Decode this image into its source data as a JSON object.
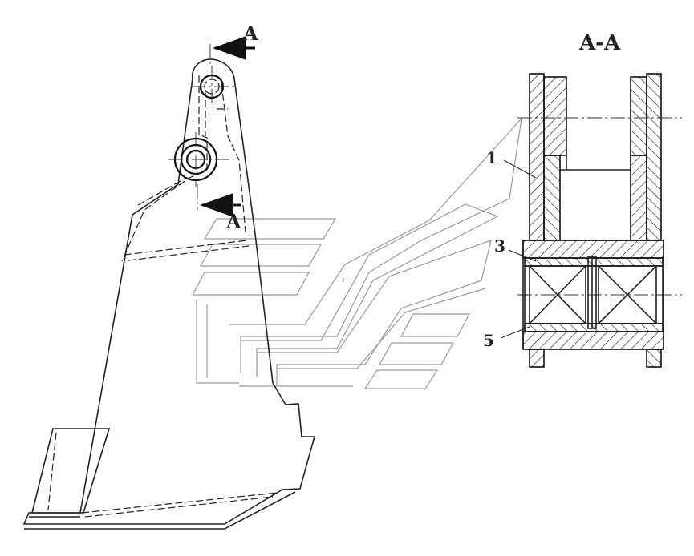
{
  "section_marks": {
    "top": "A",
    "bottom": "A"
  },
  "section_view": {
    "title": "A-A"
  },
  "callouts": [
    {
      "id": "1",
      "label": "1"
    },
    {
      "id": "3",
      "label": "3"
    },
    {
      "id": "5",
      "label": "5"
    }
  ]
}
